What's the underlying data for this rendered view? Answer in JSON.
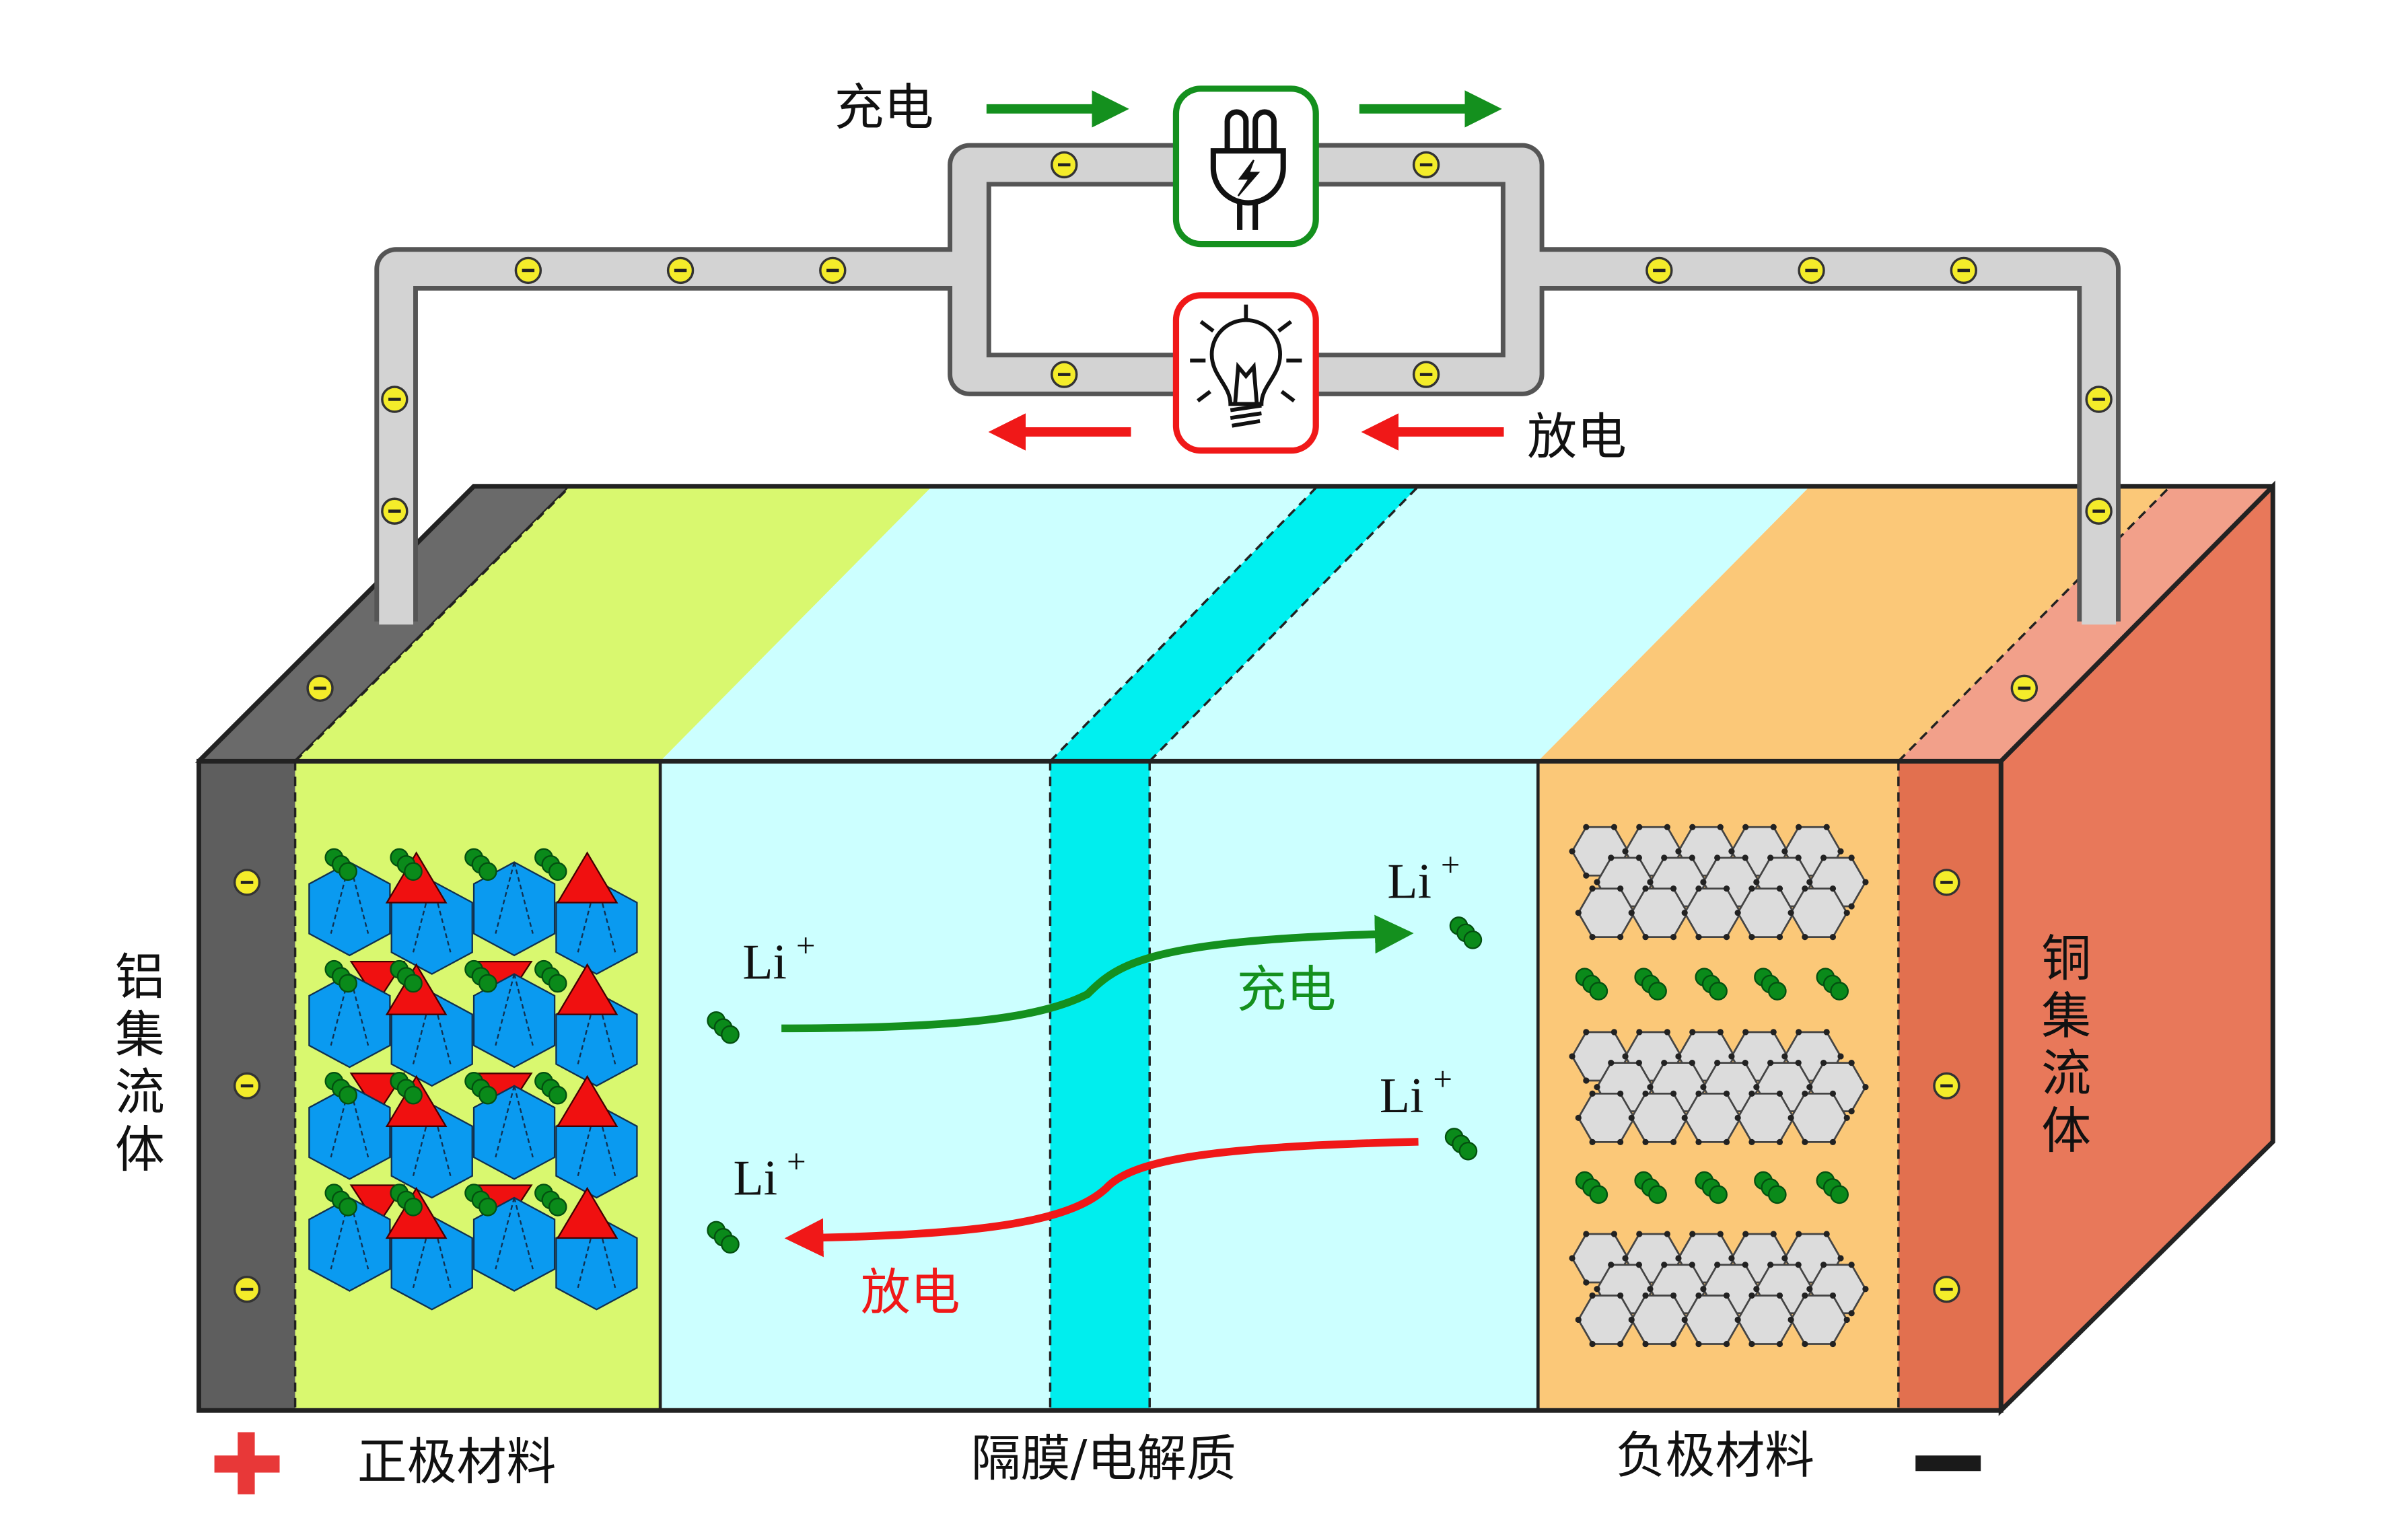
{
  "circuit": {
    "charge_label": "充电",
    "discharge_label": "放电",
    "charger_icon": "plug-icon",
    "load_icon": "lightbulb-icon",
    "electron_icon": "electron-icon"
  },
  "labels": {
    "left_collector": [
      "铝",
      "集",
      "流",
      "体"
    ],
    "right_collector": [
      "铜",
      "集",
      "流",
      "体"
    ],
    "cathode": "正极材料",
    "separator": "隔膜/电解质",
    "anode": "负极材料",
    "positive_icon": "plus-icon",
    "negative_icon": "minus-icon"
  },
  "ions": {
    "li": "Li",
    "plus": "+",
    "charge_path_label": "充电",
    "discharge_path_label": "放电"
  },
  "colors": {
    "aluminum": "#5e5e5e",
    "cathode": "#d9f86f",
    "electrolyte": "#ccffff",
    "separator": "#00eeee",
    "anode": "#fbc878",
    "copper": "#e2704f",
    "charge": "#14901e",
    "discharge": "#f01818",
    "wire": "#d3d3d3"
  }
}
